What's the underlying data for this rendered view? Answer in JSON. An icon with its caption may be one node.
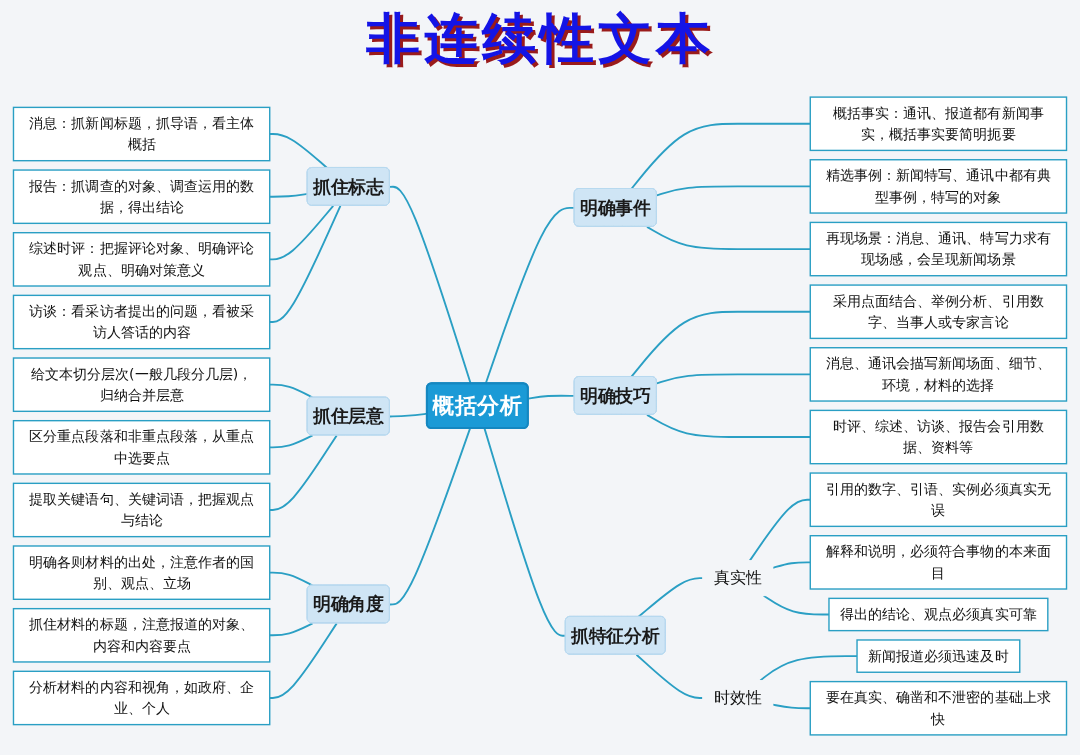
{
  "diagram": {
    "title": "非连续性文本",
    "nodes": [
      {
        "text": [
          "概括分析"
        ]
      },
      {
        "text": [
          "抓住标志"
        ]
      },
      {
        "text": [
          "消息：抓新闻标题，抓导语，看主体概括"
        ]
      },
      {
        "text": [
          "报告：抓调查的对象、调查运用的数据，得出结论"
        ]
      },
      {
        "text": [
          "综述时评：把握评论对象、明确评论观点、明确对策意义"
        ]
      },
      {
        "text": [
          "访谈：看采访者提出的问题，看被采访人答话的内容"
        ]
      },
      {
        "text": [
          "抓住层意"
        ]
      },
      {
        "text": [
          "给文本切分层次(一般几段分几层)，归纳合并层意"
        ]
      },
      {
        "text": [
          "区分重点段落和非重点段落，从重点中选要点"
        ]
      },
      {
        "text": [
          "提取关键语句、关键词语，把握观点与结论"
        ]
      },
      {
        "text": [
          "明确角度"
        ]
      },
      {
        "text": [
          "明确各则材料的出处，注意作者的国别、观点、立场"
        ]
      },
      {
        "text": [
          "抓住材料的标题，注意报道的对象、内容和内容要点"
        ]
      },
      {
        "text": [
          "分析材料的内容和视角，如政府、企业、个人"
        ]
      },
      {
        "text": [
          "明确事件"
        ]
      },
      {
        "text": [
          "概括事实：通讯、报道都有新闻事实，概括事实要简明扼要"
        ]
      },
      {
        "text": [
          "精选事例：新闻特写、通讯中都有典型事例，特写的对象"
        ]
      },
      {
        "text": [
          "再现场景：消息、通讯、特写力求有现场感，会呈现新闻场景"
        ]
      },
      {
        "text": [
          "明确技巧"
        ]
      },
      {
        "text": [
          "采用点面结合、举例分析、引用数字、当事人或专家言论"
        ]
      },
      {
        "text": [
          "消息、通讯会描写新闻场面、细节、环境，材料的选择"
        ]
      },
      {
        "text": [
          "时评、综述、访谈、报告会引用数据、资料等"
        ]
      },
      {
        "text": [
          "抓特征分析"
        ]
      },
      {
        "text": [
          "真实性"
        ]
      },
      {
        "text": [
          "引用的数字、引语、实例必须真实无误"
        ]
      },
      {
        "text": [
          "解释和说明，必须符合事物的本来面目"
        ]
      },
      {
        "text": [
          "得出的结论、观点必须真实可靠"
        ]
      },
      {
        "text": [
          "时效性"
        ]
      },
      {
        "text": [
          "新闻报道必须迅速及时"
        ]
      },
      {
        "text": [
          "要在真实、确凿和不泄密的基础上求快"
        ]
      }
    ],
    "edges": [
      {
        "from": 1,
        "to": 0,
        "arrow": "none"
      },
      {
        "from": 2,
        "to": 1,
        "arrow": "none"
      },
      {
        "from": 3,
        "to": 1,
        "arrow": "none"
      },
      {
        "from": 4,
        "to": 1,
        "arrow": "none"
      },
      {
        "from": 5,
        "to": 1,
        "arrow": "none"
      },
      {
        "from": 6,
        "to": 0,
        "arrow": "none"
      },
      {
        "from": 7,
        "to": 6,
        "arrow": "none"
      },
      {
        "from": 8,
        "to": 6,
        "arrow": "none"
      },
      {
        "from": 9,
        "to": 6,
        "arrow": "none"
      },
      {
        "from": 10,
        "to": 0,
        "arrow": "none"
      },
      {
        "from": 11,
        "to": 10,
        "arrow": "none"
      },
      {
        "from": 12,
        "to": 10,
        "arrow": "none"
      },
      {
        "from": 13,
        "to": 10,
        "arrow": "none"
      },
      {
        "from": 0,
        "to": 14,
        "arrow": "none"
      },
      {
        "from": 14,
        "to": 15,
        "arrow": "none"
      },
      {
        "from": 14,
        "to": 16,
        "arrow": "none"
      },
      {
        "from": 14,
        "to": 17,
        "arrow": "none"
      },
      {
        "from": 0,
        "to": 18,
        "arrow": "none"
      },
      {
        "from": 18,
        "to": 19,
        "arrow": "none"
      },
      {
        "from": 18,
        "to": 20,
        "arrow": "none"
      },
      {
        "from": 18,
        "to": 21,
        "arrow": "none"
      },
      {
        "from": 0,
        "to": 22,
        "arrow": "none"
      },
      {
        "from": 22,
        "to": 23,
        "arrow": "none"
      },
      {
        "from": 23,
        "to": 24,
        "arrow": "none"
      },
      {
        "from": 23,
        "to": 25,
        "arrow": "none"
      },
      {
        "from": 23,
        "to": 26,
        "arrow": "none"
      },
      {
        "from": 22,
        "to": 27,
        "arrow": "none"
      },
      {
        "from": 27,
        "to": 28,
        "arrow": "none"
      },
      {
        "from": 27,
        "to": 29,
        "arrow": "none"
      }
    ]
  }
}
